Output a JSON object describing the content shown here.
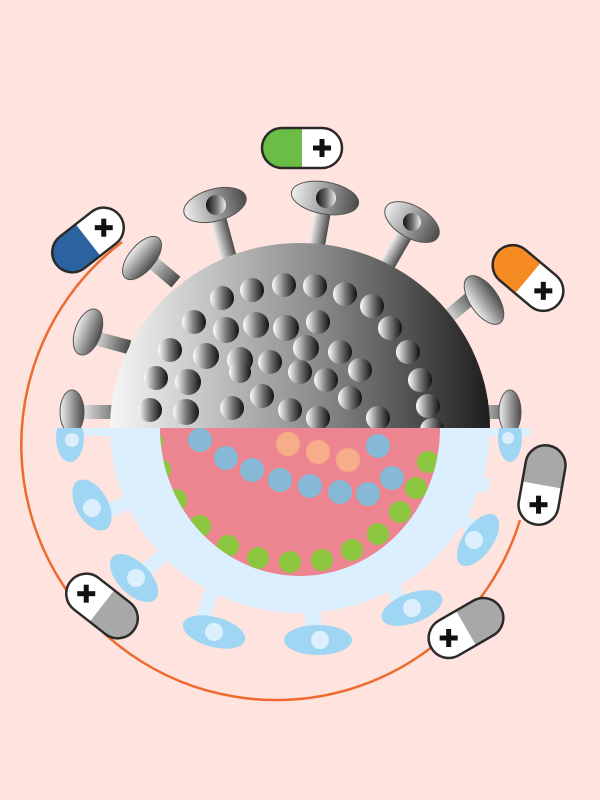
{
  "colors": {
    "background": "#ffe3de",
    "orbit_ring": "#ef6a2e",
    "capsule_outline": "#2a2a2a",
    "capsule_white": "#ffffff",
    "virus_upper_light": "#f4f4f4",
    "virus_upper_dark": "#1f1f1f",
    "virus_lower_outer": "#dcefff",
    "virus_lower_spike": "#9fd6f3",
    "virus_core": "#ec8590",
    "dot_green": "#8cc63f",
    "dot_blue": "#86b9d6",
    "dot_peach": "#f8ad8a"
  },
  "capsules": [
    {
      "name": "capsule-green",
      "color": "#6abd45",
      "icon": "plus-icon"
    },
    {
      "name": "capsule-blue",
      "color": "#2b63a0",
      "icon": "plus-icon"
    },
    {
      "name": "capsule-orange",
      "color": "#f58b22",
      "icon": "plus-icon"
    },
    {
      "name": "capsule-gray-right",
      "color": "#a8a8a8",
      "icon": "plus-icon"
    },
    {
      "name": "capsule-gray-bottom-right",
      "color": "#a8a8a8",
      "icon": "plus-icon"
    },
    {
      "name": "capsule-gray-left",
      "color": "#a8a8a8",
      "icon": "plus-icon"
    }
  ],
  "virus": {
    "upper_half": "grayscale-spiked-shell",
    "lower_half": "pink-core-with-rna-dots"
  }
}
